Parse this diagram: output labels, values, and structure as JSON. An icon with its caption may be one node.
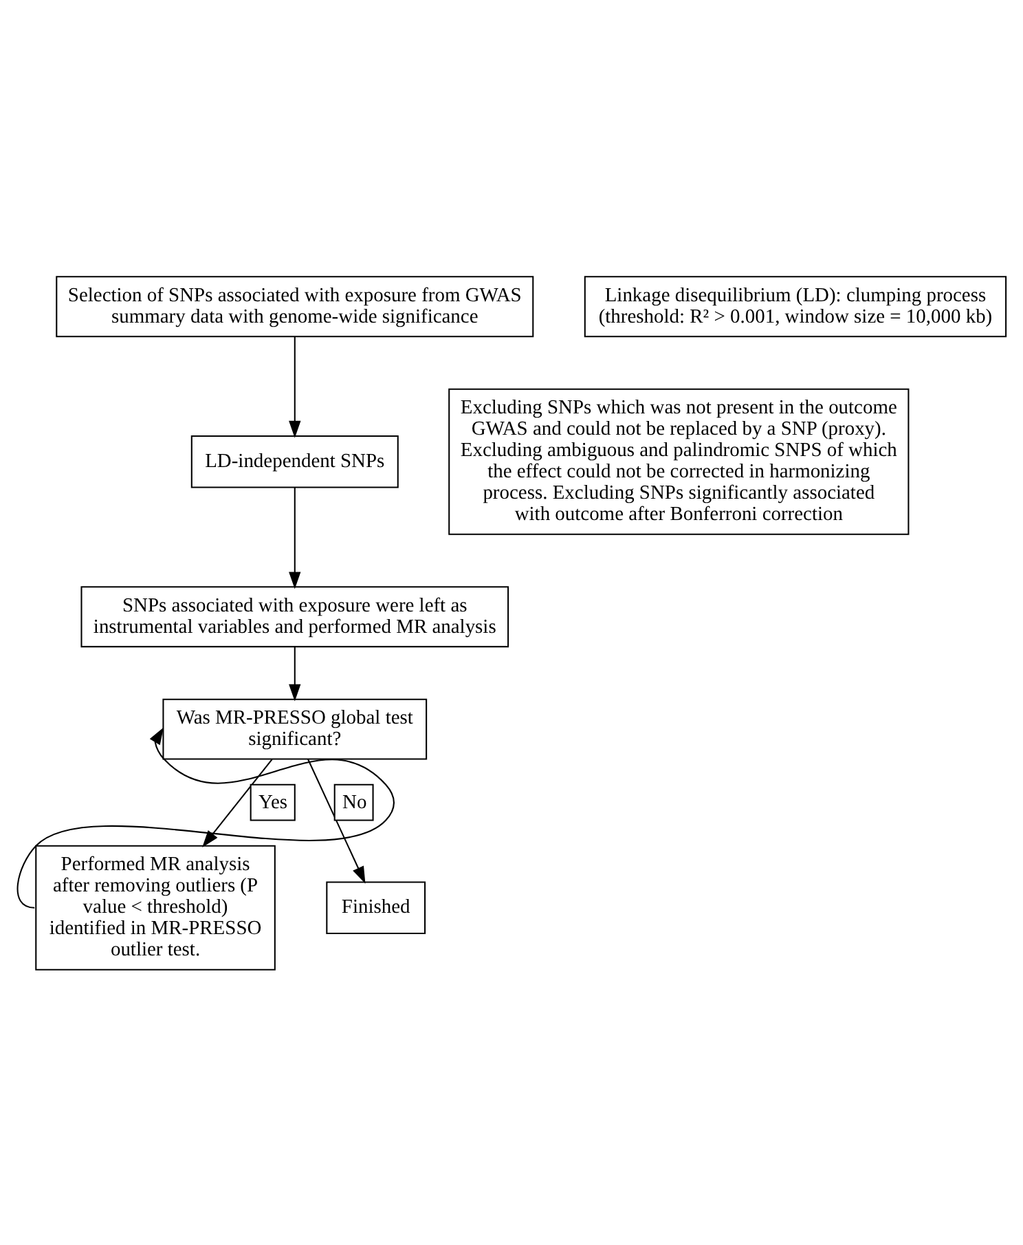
{
  "diagram": {
    "nodes": [
      {
        "text": [
          "Selection of SNPs associated with exposure from GWAS summary data with genome-wide significance"
        ]
      },
      {
        "text": [
          "Linkage disequilibrium (LD): clumping process (threshold: R² > 0.001, window size = 10,000 kb)"
        ]
      },
      {
        "text": [
          "LD-independent SNPs"
        ]
      },
      {
        "text": [
          "Excluding SNPs which was not present in the outcome GWAS and could not be replaced by a SNP (proxy). Excluding ambiguous and palindromic SNPS of which the effect could not be corrected in harmonizing process. Excluding SNPs significantly associated with outcome after Bonferroni correction"
        ]
      },
      {
        "text": [
          "SNPs associated with exposure were left as instrumental variables and performed MR analysis"
        ]
      },
      {
        "text": [
          "Was MR-PRESSO global test significant?"
        ]
      },
      {
        "text": [
          "Performed MR analysis after removing outliers (P value < threshold) identified in MR-PRESSO outlier test."
        ]
      },
      {
        "text": [
          "Finished"
        ]
      }
    ],
    "edges": [
      {
        "from": 0,
        "to": 2,
        "arrow": "to"
      },
      {
        "from": 2,
        "to": 4,
        "arrow": "to"
      },
      {
        "from": 4,
        "to": 5,
        "arrow": "to"
      },
      {
        "from": 5,
        "to": 6,
        "arrow": "to",
        "label": "Yes"
      },
      {
        "from": 5,
        "to": 7,
        "arrow": "to",
        "label": "No"
      },
      {
        "from": 6,
        "to": 5,
        "arrow": "to"
      }
    ]
  }
}
